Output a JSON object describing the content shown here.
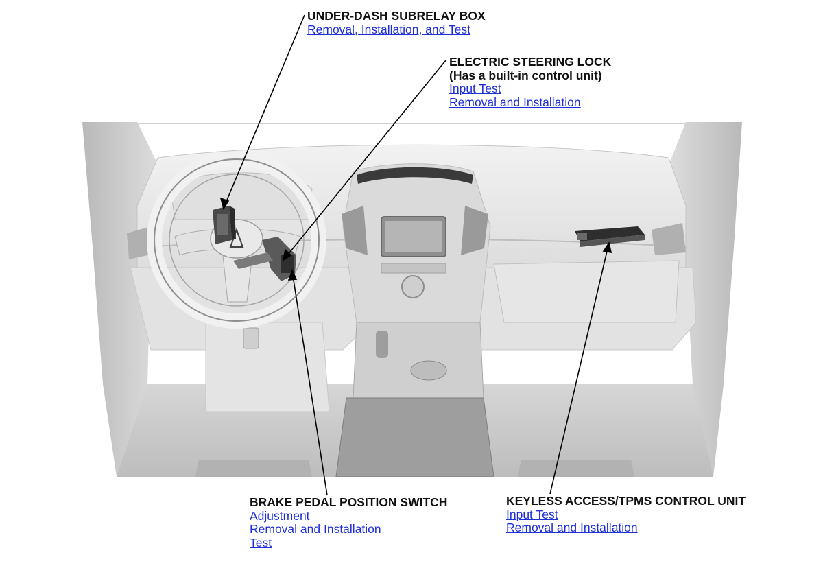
{
  "callouts": {
    "subrelay": {
      "title": "UNDER-DASH SUBRELAY BOX",
      "links": [
        "Removal, Installation, and Test"
      ]
    },
    "steering_lock": {
      "title": "ELECTRIC STEERING LOCK",
      "subtitle": "(Has a built-in control unit)",
      "links": [
        "Input Test",
        "Removal and Installation"
      ]
    },
    "brake_switch": {
      "title": "BRAKE PEDAL POSITION SWITCH",
      "links": [
        "Adjustment",
        "Removal and Installation",
        "Test"
      ]
    },
    "keyless_unit": {
      "title": "KEYLESS ACCESS/TPMS CONTROL UNIT",
      "links": [
        "Input Test",
        "Removal and Installation"
      ]
    }
  },
  "colors": {
    "link": "#1f2fd6",
    "text": "#111111",
    "interior_light": "#ececec",
    "interior_mid": "#d4d4d4",
    "interior_dark": "#a8a8a8",
    "leader": "#000000"
  }
}
